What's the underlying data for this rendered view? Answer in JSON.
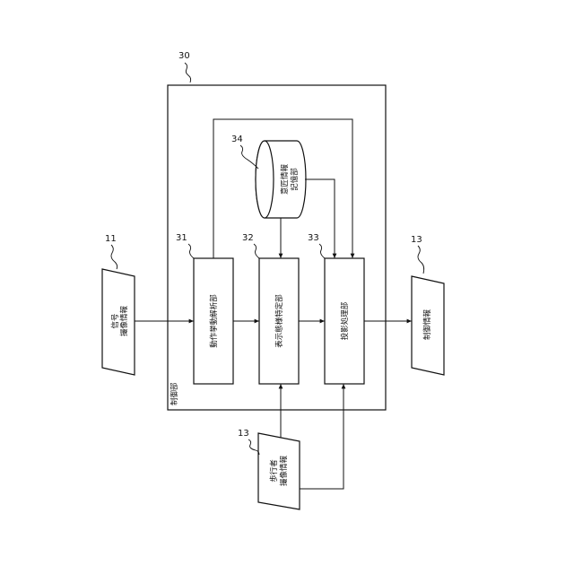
{
  "diagram": {
    "refs": {
      "system": "30",
      "signal_input": "11",
      "ped_input": "13",
      "output": "13",
      "unit_31": "31",
      "unit_32": "32",
      "unit_33": "33",
      "unit_34": "34"
    },
    "nodes": {
      "signal_input_label": "信号\n撮像情報",
      "motion_analysis_label": "動作挙動解析部",
      "display_mode_label": "表示態様特定部",
      "projection_label": "投影処理部",
      "storage_label": "意匠情報\n記憶部",
      "output_label": "制御情報",
      "pedestrian_label": "歩行者\n撮像情報",
      "control_unit_label": "制御部"
    }
  }
}
